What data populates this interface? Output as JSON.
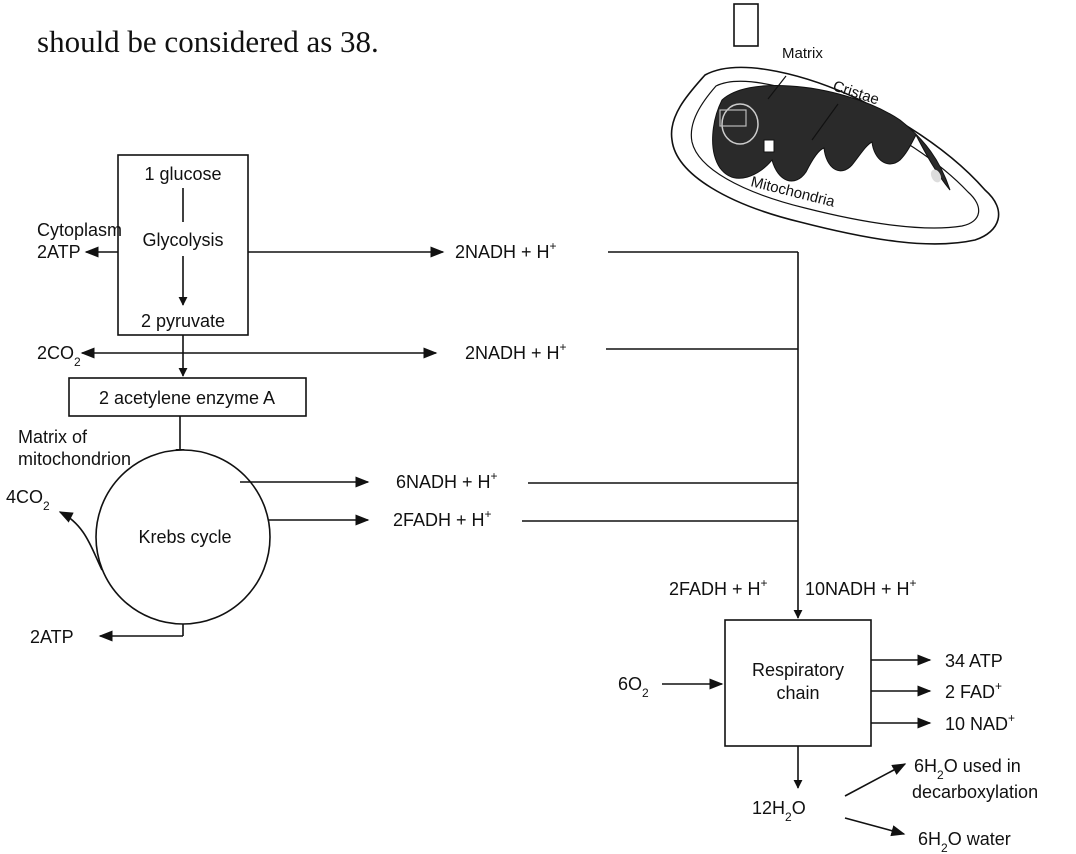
{
  "intro_text": "should be considered as 38.",
  "mitochondria": {
    "matrix": "Matrix",
    "cristae": "Cristae",
    "name": "Mitochondria"
  },
  "glycolysis": {
    "input": "1 glucose",
    "process": "Glycolysis",
    "output": "2 pyruvate",
    "location": "Cytoplasm",
    "atp": "2ATP"
  },
  "link": {
    "co2": [
      "2CO",
      "2"
    ],
    "box": "2 acetylene enzyme A",
    "location_line1": "Matrix of",
    "location_line2": "mitochondrion"
  },
  "krebs": {
    "label": "Krebs cycle",
    "co2": [
      "4CO",
      "2"
    ],
    "atp": "2ATP"
  },
  "carriers": {
    "nadh_glycolysis": [
      "2NADH + H",
      "+"
    ],
    "nadh_link": [
      "2NADH + H",
      "+"
    ],
    "nadh_krebs": [
      "6NADH + H",
      "+"
    ],
    "fadh_krebs": [
      "2FADH + H",
      "+"
    ],
    "fadh_total": [
      "2FADH + H",
      "+"
    ],
    "nadh_total": [
      "10NADH + H",
      "+"
    ]
  },
  "respiratory_chain": {
    "line1": "Respiratory",
    "line2": "chain",
    "oxygen": [
      "6O",
      "2"
    ],
    "outputs": [
      [
        "34 ATP",
        ""
      ],
      [
        "2 FAD",
        "+"
      ],
      [
        "10 NAD",
        "+"
      ]
    ],
    "water": [
      "12H",
      "2",
      "O"
    ],
    "water_used": [
      "6H",
      "2",
      "O used in"
    ],
    "water_used_line2": "decarboxylation",
    "water_out": [
      "6H",
      "2",
      "O water"
    ]
  }
}
